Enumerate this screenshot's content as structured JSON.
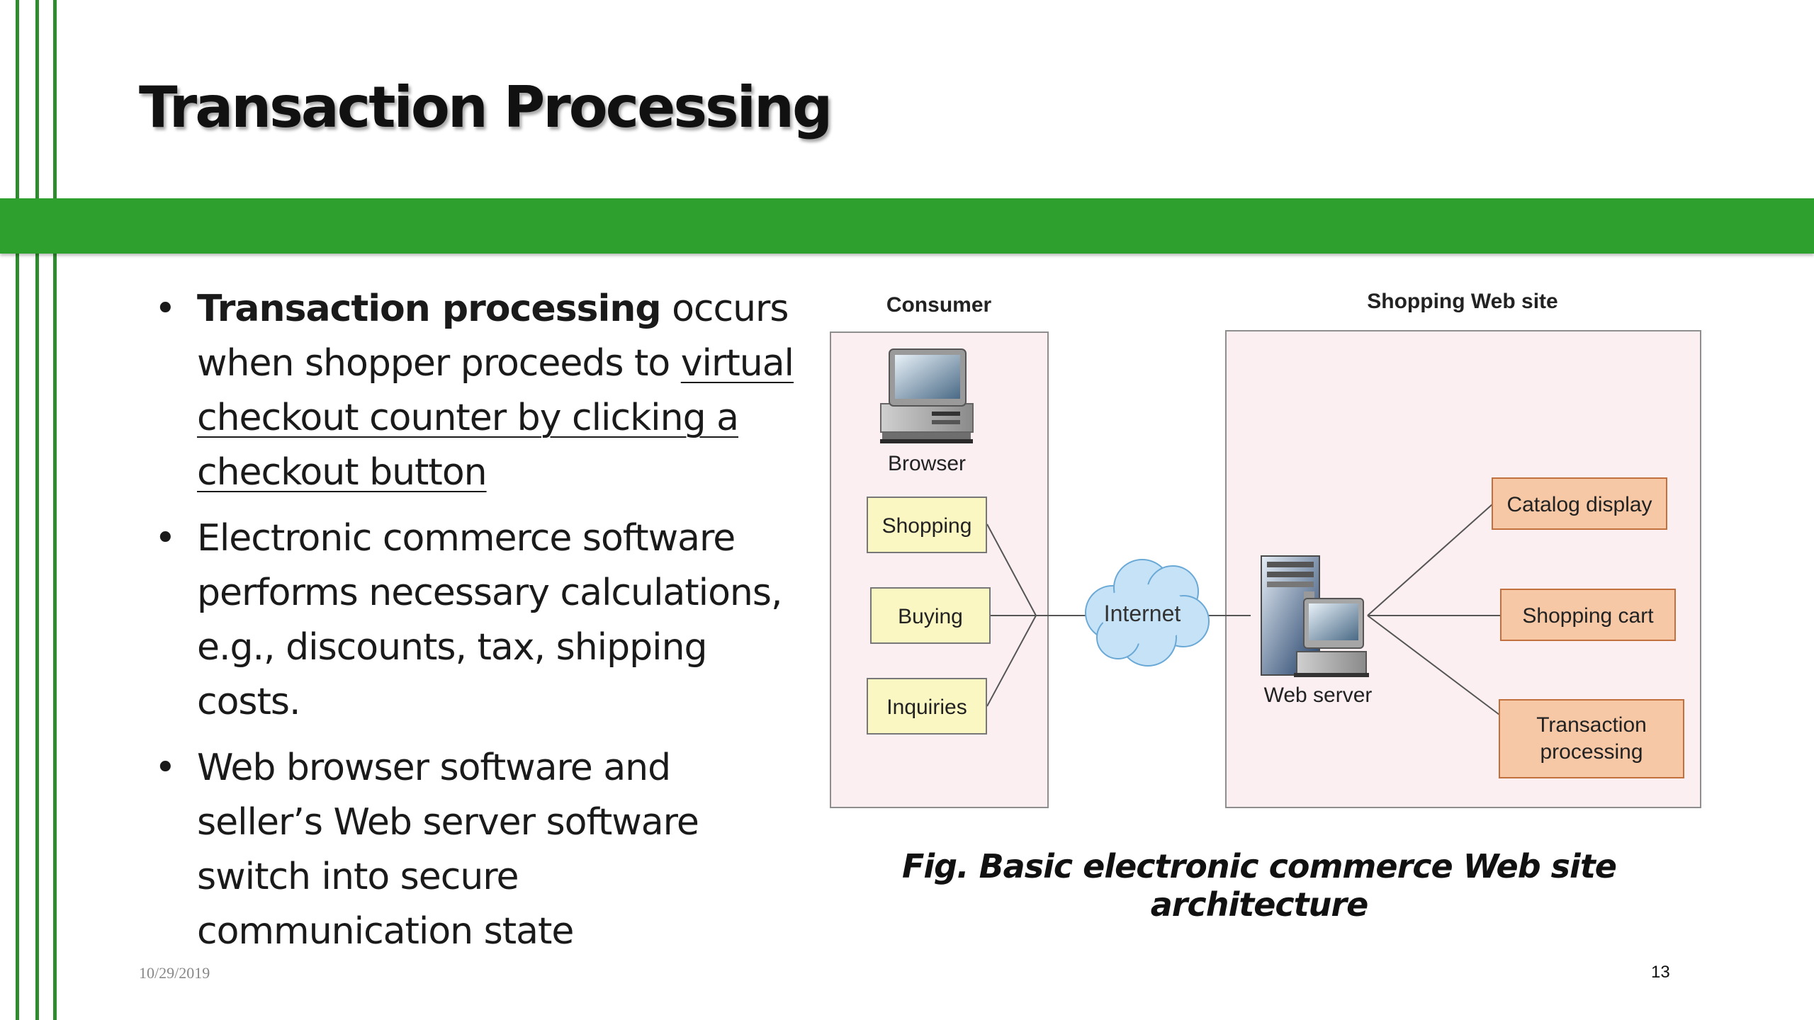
{
  "slide": {
    "title": "Transaction Processing",
    "date": "10/29/2019",
    "page_number": "13",
    "accent_color": "#2ea02e"
  },
  "bullets": [
    {
      "bold": "Transaction processing",
      "text1": " occurs when shopper proceeds to ",
      "underlined": "virtual checkout counter by clicking a checkout button"
    },
    {
      "text": "Electronic commerce software performs necessary calculations, e.g., discounts, tax, shipping costs."
    },
    {
      "text": "Web browser software and seller’s Web server software switch into secure communication state"
    }
  ],
  "diagram": {
    "consumer_label": "Consumer",
    "site_label": "Shopping Web site",
    "browser_label": "Browser",
    "consumer_items": [
      "Shopping",
      "Buying",
      "Inquiries"
    ],
    "internet_label": "Internet",
    "server_label": "Web server",
    "site_items": [
      "Catalog display",
      "Shopping cart",
      "Transaction",
      "processing"
    ],
    "caption": "Fig. Basic electronic commerce Web site architecture"
  }
}
